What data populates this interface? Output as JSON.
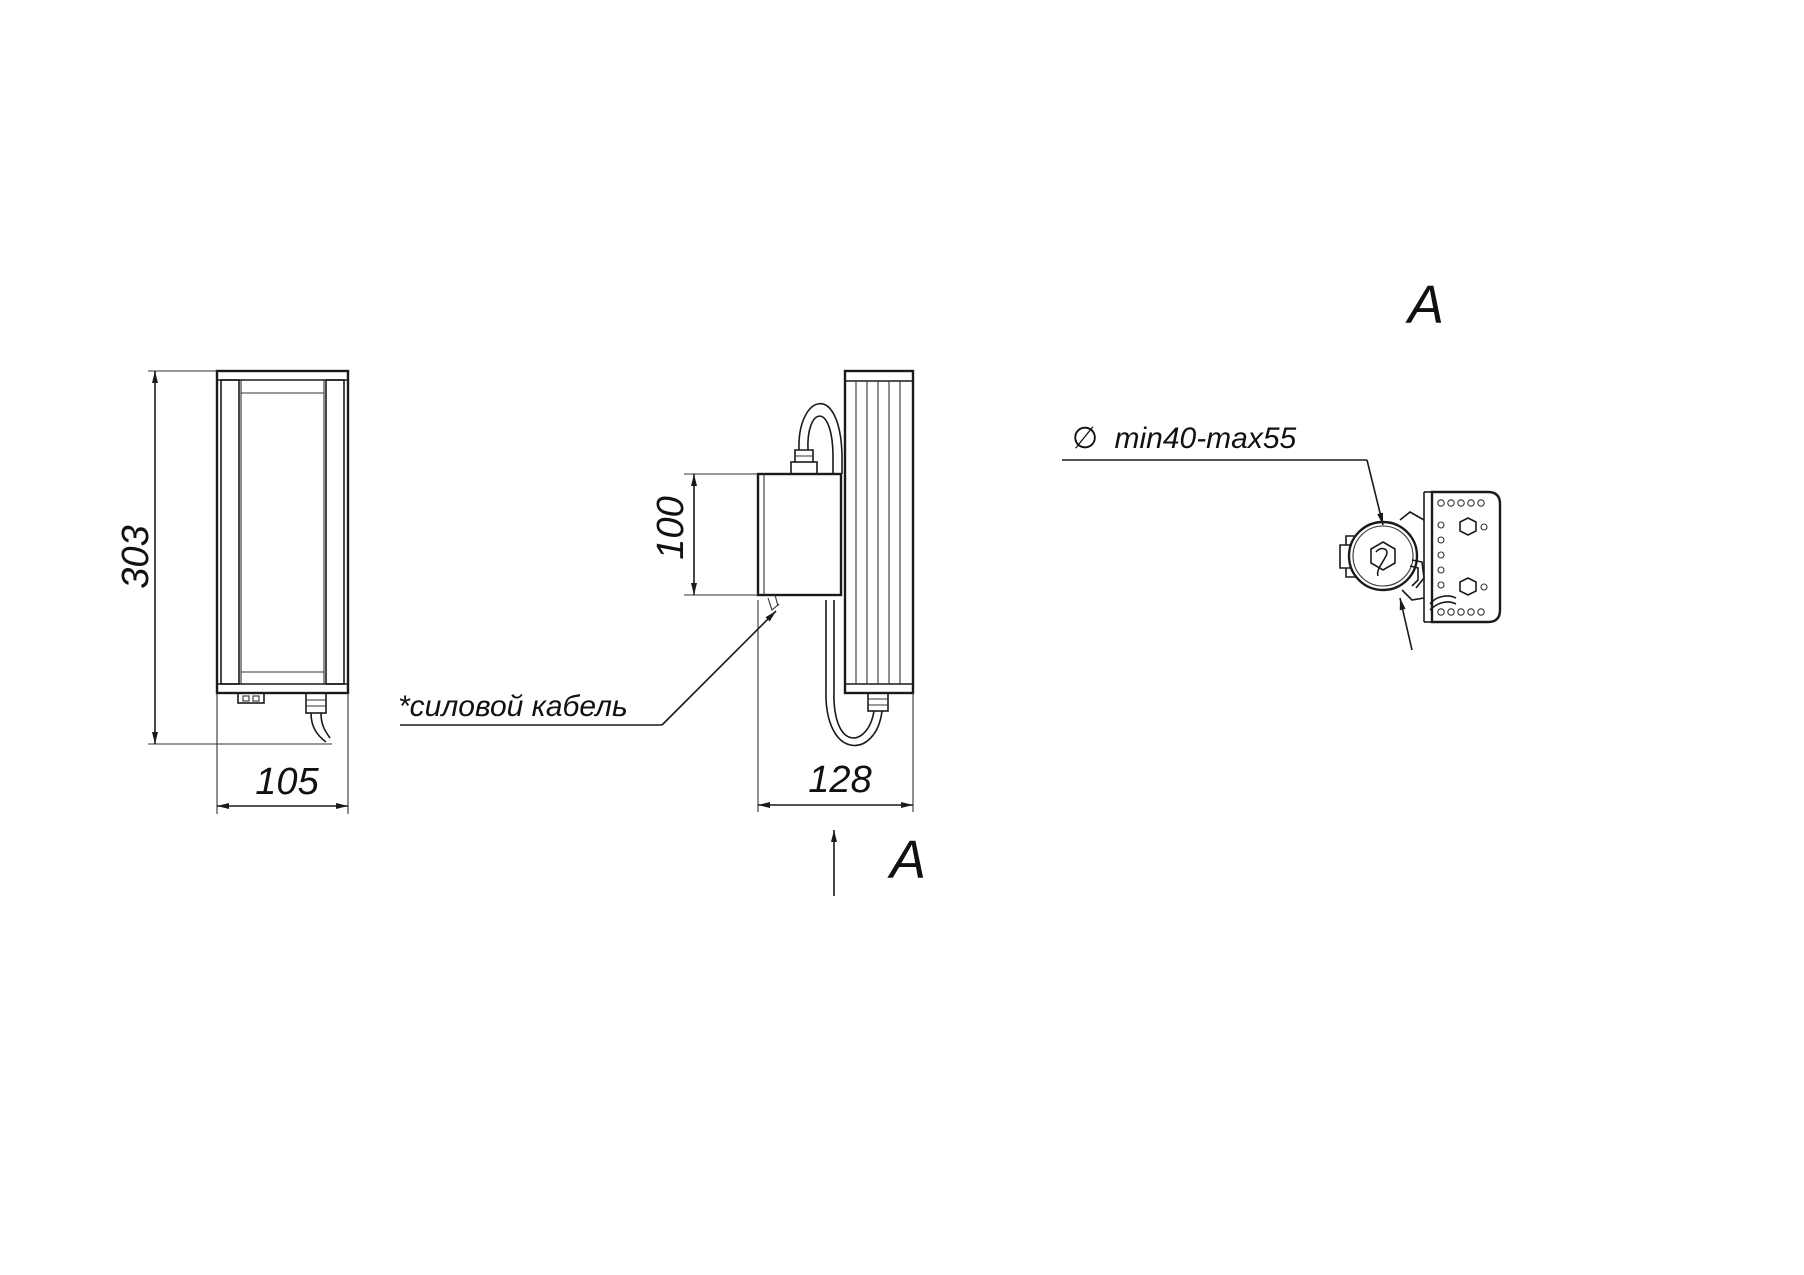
{
  "front_view": {
    "height_label": "303",
    "width_label": "105"
  },
  "side_view": {
    "box_height_label": "100",
    "depth_label": "128",
    "cable_note": "*силовой кабель",
    "view_arrow_letter": "A"
  },
  "view_a": {
    "title": "A",
    "diameter_label": "min40-max55",
    "diameter_symbol": "∅"
  }
}
